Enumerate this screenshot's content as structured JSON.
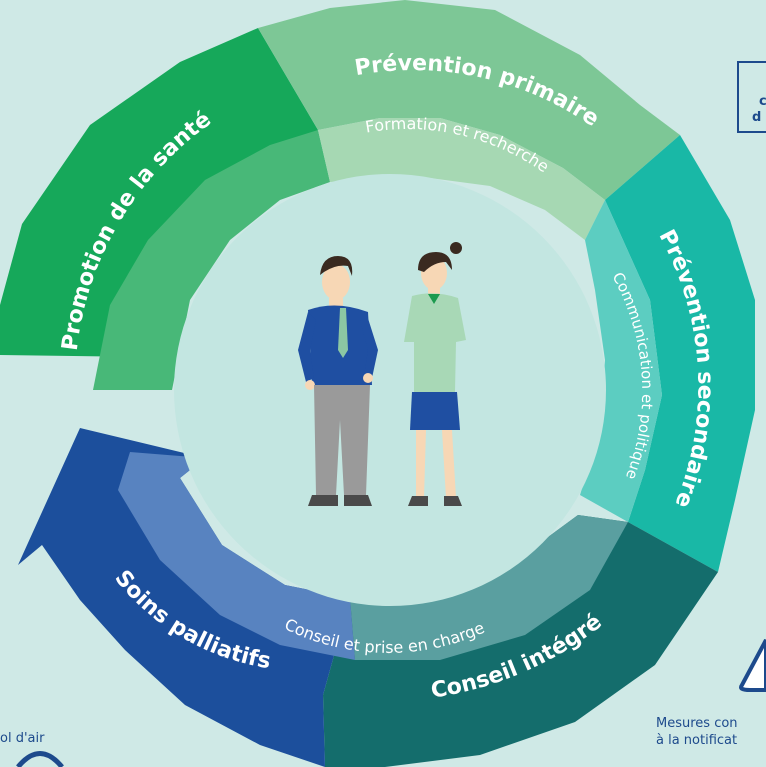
{
  "colors": {
    "background": "#cfe9e6",
    "sante_outer": "#16a85a",
    "sante_inner": "#48b878",
    "primaire_outer": "#7dc796",
    "primaire_inner": "#a6d8b3",
    "secondaire_outer": "#19b8a6",
    "secondaire_inner": "#5ccdc1",
    "conseil_outer": "#146d6c",
    "conseil_inner": "#5a9fa0",
    "palliatifs_outer": "#1c4f9c",
    "palliatifs_inner": "#5883c0",
    "center": "#c3e6e1",
    "label": "#ffffff",
    "side_text": "#1d4a8c"
  },
  "outer_ring": {
    "promotion_sante": "Promotion de la santé",
    "prevention_primaire": "Prévention primaire",
    "prevention_secondaire": "Prévention secondaire",
    "conseil_integre": "Conseil intégré",
    "soins_palliatifs": "Soins palliatifs"
  },
  "inner_ring": {
    "formation_recherche": "Formation et recherche",
    "communication_politique": "Communication et politique",
    "conseil_prise_en_charge": "Conseil et prise en charge"
  },
  "side_elements": {
    "left_caption": "ol d'air",
    "right_box_line1": "c",
    "right_box_line2": "d",
    "right_caption_line1": "Mesures con",
    "right_caption_line2": "à la notificat"
  }
}
